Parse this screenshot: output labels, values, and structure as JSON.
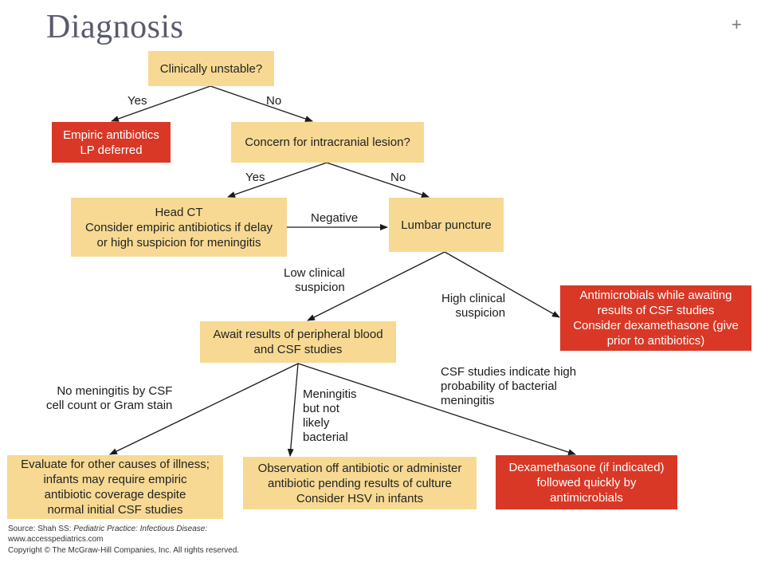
{
  "title": "Diagnosis",
  "boxes": {
    "clinically_unstable": "Clinically unstable?",
    "empiric_antibiotics": "Empiric antibiotics\nLP deferred",
    "intracranial_concern": "Concern for intracranial lesion?",
    "head_ct": "Head CT\nConsider empiric antibiotics if delay\nor high suspicion for meningitis",
    "lumbar_puncture": "Lumbar puncture",
    "antimicrobials_awaiting": "Antimicrobials while awaiting\nresults of CSF studies\nConsider dexamethasone (give\nprior to antibiotics)",
    "await_results": "Await results of peripheral blood\nand CSF studies",
    "evaluate_other": "Evaluate for other causes of illness;\ninfants may require empiric\nantibiotic coverage despite\nnormal initial CSF studies",
    "observation": "Observation off antibiotic or administer\nantibiotic pending results of culture\nConsider HSV in infants",
    "dexamethasone": "Dexamethasone (if indicated)\nfollowed quickly by\nantimicrobials"
  },
  "labels": {
    "yes1": "Yes",
    "no1": "No",
    "yes2": "Yes",
    "no2": "No",
    "negative": "Negative",
    "low_suspicion": "Low clinical\nsuspicion",
    "high_suspicion": "High clinical\nsuspicion",
    "no_meningitis": "No meningitis by CSF\ncell count or Gram stain",
    "meningitis_not_bacterial": "Meningitis\nbut not\nlikely\nbacterial",
    "csf_high_prob": "CSF studies indicate high\nprobability of bacterial\nmeningitis"
  },
  "source": {
    "prefix": "Source: Shah SS: ",
    "book": "Pediatric Practice: Infectious Disease:",
    "url": "www.accesspediatrics.com",
    "copyright": "Copyright © The McGraw-Hill Companies, Inc. All rights reserved."
  },
  "colors": {
    "yellow_box": "#f7d993",
    "red_box": "#d93826",
    "title": "#5a5a6e"
  }
}
